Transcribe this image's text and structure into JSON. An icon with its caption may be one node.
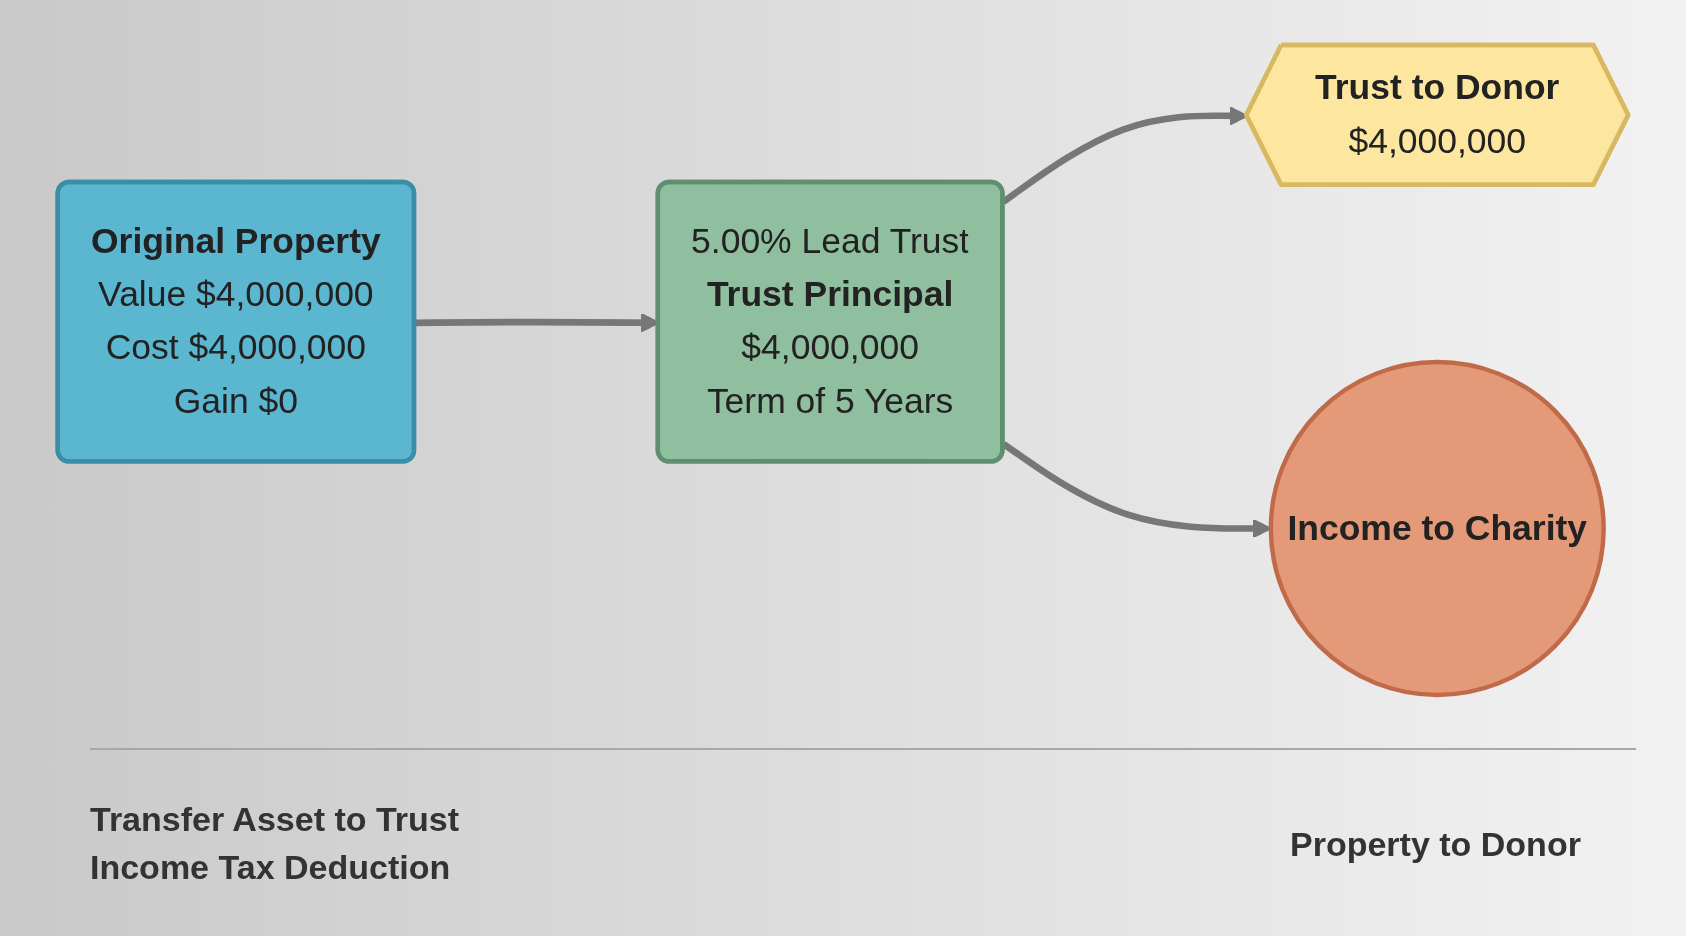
{
  "diagram": {
    "nodes": [
      {
        "text": [
          "Original Property",
          "Value",
          "$4,000,000",
          "Cost",
          "$4,000,000",
          "Gain",
          "$0"
        ]
      },
      {
        "text": [
          "5.00% Lead Trust",
          "Trust Principal",
          "$4,000,000",
          "Term of 5 Years"
        ]
      },
      {
        "text": [
          "Trust to Donor",
          "$4,000,000"
        ]
      },
      {
        "text": [
          "Income to Charity"
        ]
      }
    ],
    "edges": [
      {
        "from": 0,
        "to": 1,
        "arrow": "to"
      },
      {
        "from": 1,
        "to": 2,
        "arrow": "to"
      },
      {
        "from": 1,
        "to": 3,
        "arrow": "to"
      }
    ],
    "labels": [
      "Transfer Asset to Trust",
      "Income Tax Deduction",
      "Property to Donor"
    ]
  }
}
